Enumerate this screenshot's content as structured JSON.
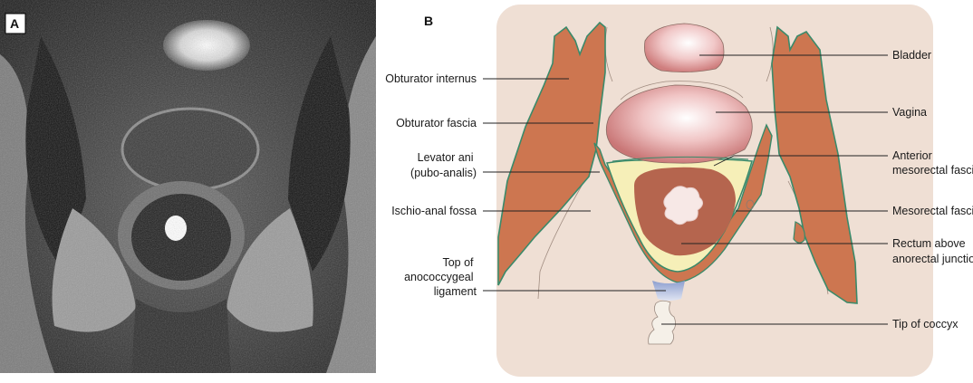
{
  "panels": {
    "a": {
      "letter": "A"
    },
    "b": {
      "letter": "B"
    }
  },
  "left_labels": [
    {
      "id": "obturator-internus",
      "lines": [
        "Obturator internus"
      ]
    },
    {
      "id": "obturator-fascia",
      "lines": [
        "Obturator fascia"
      ]
    },
    {
      "id": "levator-ani",
      "lines": [
        "Levator ani",
        "(pubo-analis)"
      ]
    },
    {
      "id": "ischio-anal-fossa",
      "lines": [
        "Ischio-anal fossa"
      ]
    },
    {
      "id": "anococcygeal-ligament",
      "lines": [
        "Top of",
        "anococcygeal",
        "ligament"
      ]
    }
  ],
  "right_labels": [
    {
      "id": "bladder",
      "lines": [
        "Bladder"
      ]
    },
    {
      "id": "vagina",
      "lines": [
        "Vagina"
      ]
    },
    {
      "id": "anterior-mesorectal-fascia",
      "lines": [
        "Anterior",
        "mesorectal fascia"
      ]
    },
    {
      "id": "mesorectal-fascia",
      "lines": [
        "Mesorectal fascia"
      ]
    },
    {
      "id": "rectum",
      "lines": [
        "Rectum above",
        "anorectal junction"
      ]
    },
    {
      "id": "coccyx",
      "lines": [
        "Tip of coccyx"
      ]
    }
  ],
  "colors": {
    "background_panel": "#efdfd4",
    "muscle": "#cd7650",
    "fascia_line": "#3a8a6a",
    "mesorectal_fat": "#f6efb8",
    "rectal_wall": "#b5654e",
    "rectal_lumen": "#f7e8e6",
    "organ": "#e3a3a3",
    "ligament": "#9aaad0",
    "coccyx": "#f5f0e8"
  }
}
